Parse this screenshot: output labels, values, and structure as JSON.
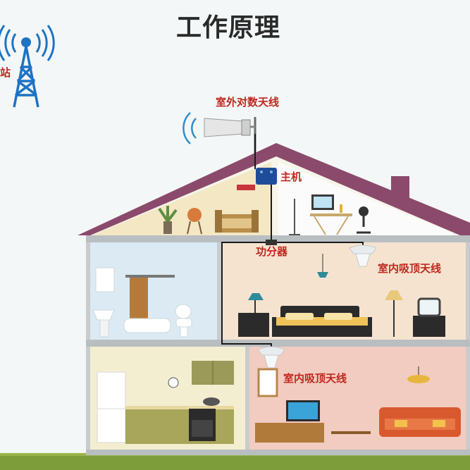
{
  "title": "工作原理",
  "labels": {
    "base_station": "站",
    "outdoor_antenna": "室外对数天线",
    "host_unit": "主机",
    "power_splitter": "功分器",
    "ceiling_antenna_upper": "室内吸顶天线",
    "ceiling_antenna_lower": "室内吸顶天线"
  },
  "colors": {
    "signal_line": "#1a1a1a",
    "roof": "#8b4a6b",
    "label_red": "#c0261e",
    "tower_blue": "#1d73c4",
    "host_blue": "#1f4c9a"
  }
}
